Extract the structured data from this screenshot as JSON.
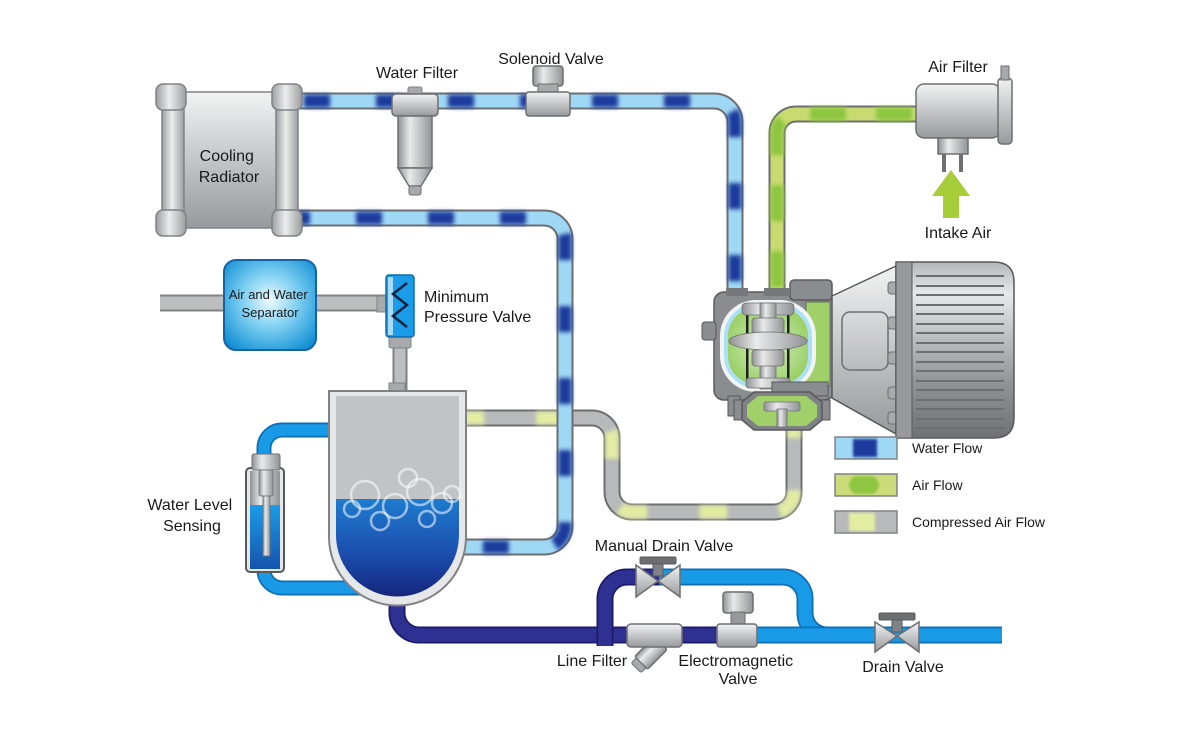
{
  "labels": {
    "cooling_radiator_1": "Cooling",
    "cooling_radiator_2": "Radiator",
    "water_filter": "Water Filter",
    "solenoid_valve": "Solenoid Valve",
    "air_filter": "Air Filter",
    "intake_air": "Intake Air",
    "separator_1": "Air and Water",
    "separator_2": "Separator",
    "mpv_1": "Minimum",
    "mpv_2": "Pressure Valve",
    "wls_1": "Water Level",
    "wls_2": "Sensing",
    "manual_drain_valve": "Manual Drain Valve",
    "line_filter": "Line Filter",
    "em_valve_1": "Electromagnetic",
    "em_valve_2": "Valve",
    "drain_valve": "Drain Valve"
  },
  "legend": {
    "items": [
      {
        "label": "Water Flow",
        "base": "#9fd8f5",
        "dash": "#1e3a9c"
      },
      {
        "label": "Air Flow",
        "base": "#cddc7a",
        "dash": "#8dc63f"
      },
      {
        "label": "Compressed Air Flow",
        "base": "#b7b9bb",
        "dash": "#e3eda1"
      }
    ]
  },
  "colors": {
    "pipe_outline": "#6d6e71",
    "water_pipe": "#9fd8f5",
    "water_dash": "#1e3a9c",
    "air_pipe": "#c9db70",
    "air_dash": "#8dc63f",
    "compressed_pipe": "#b7b9bb",
    "compressed_dash": "#e3eda1",
    "drain_navy": "#2e3192",
    "drain_blue": "#189ae6",
    "component_blue": "#1b9ce8",
    "intake_green": "#a6ce39"
  }
}
